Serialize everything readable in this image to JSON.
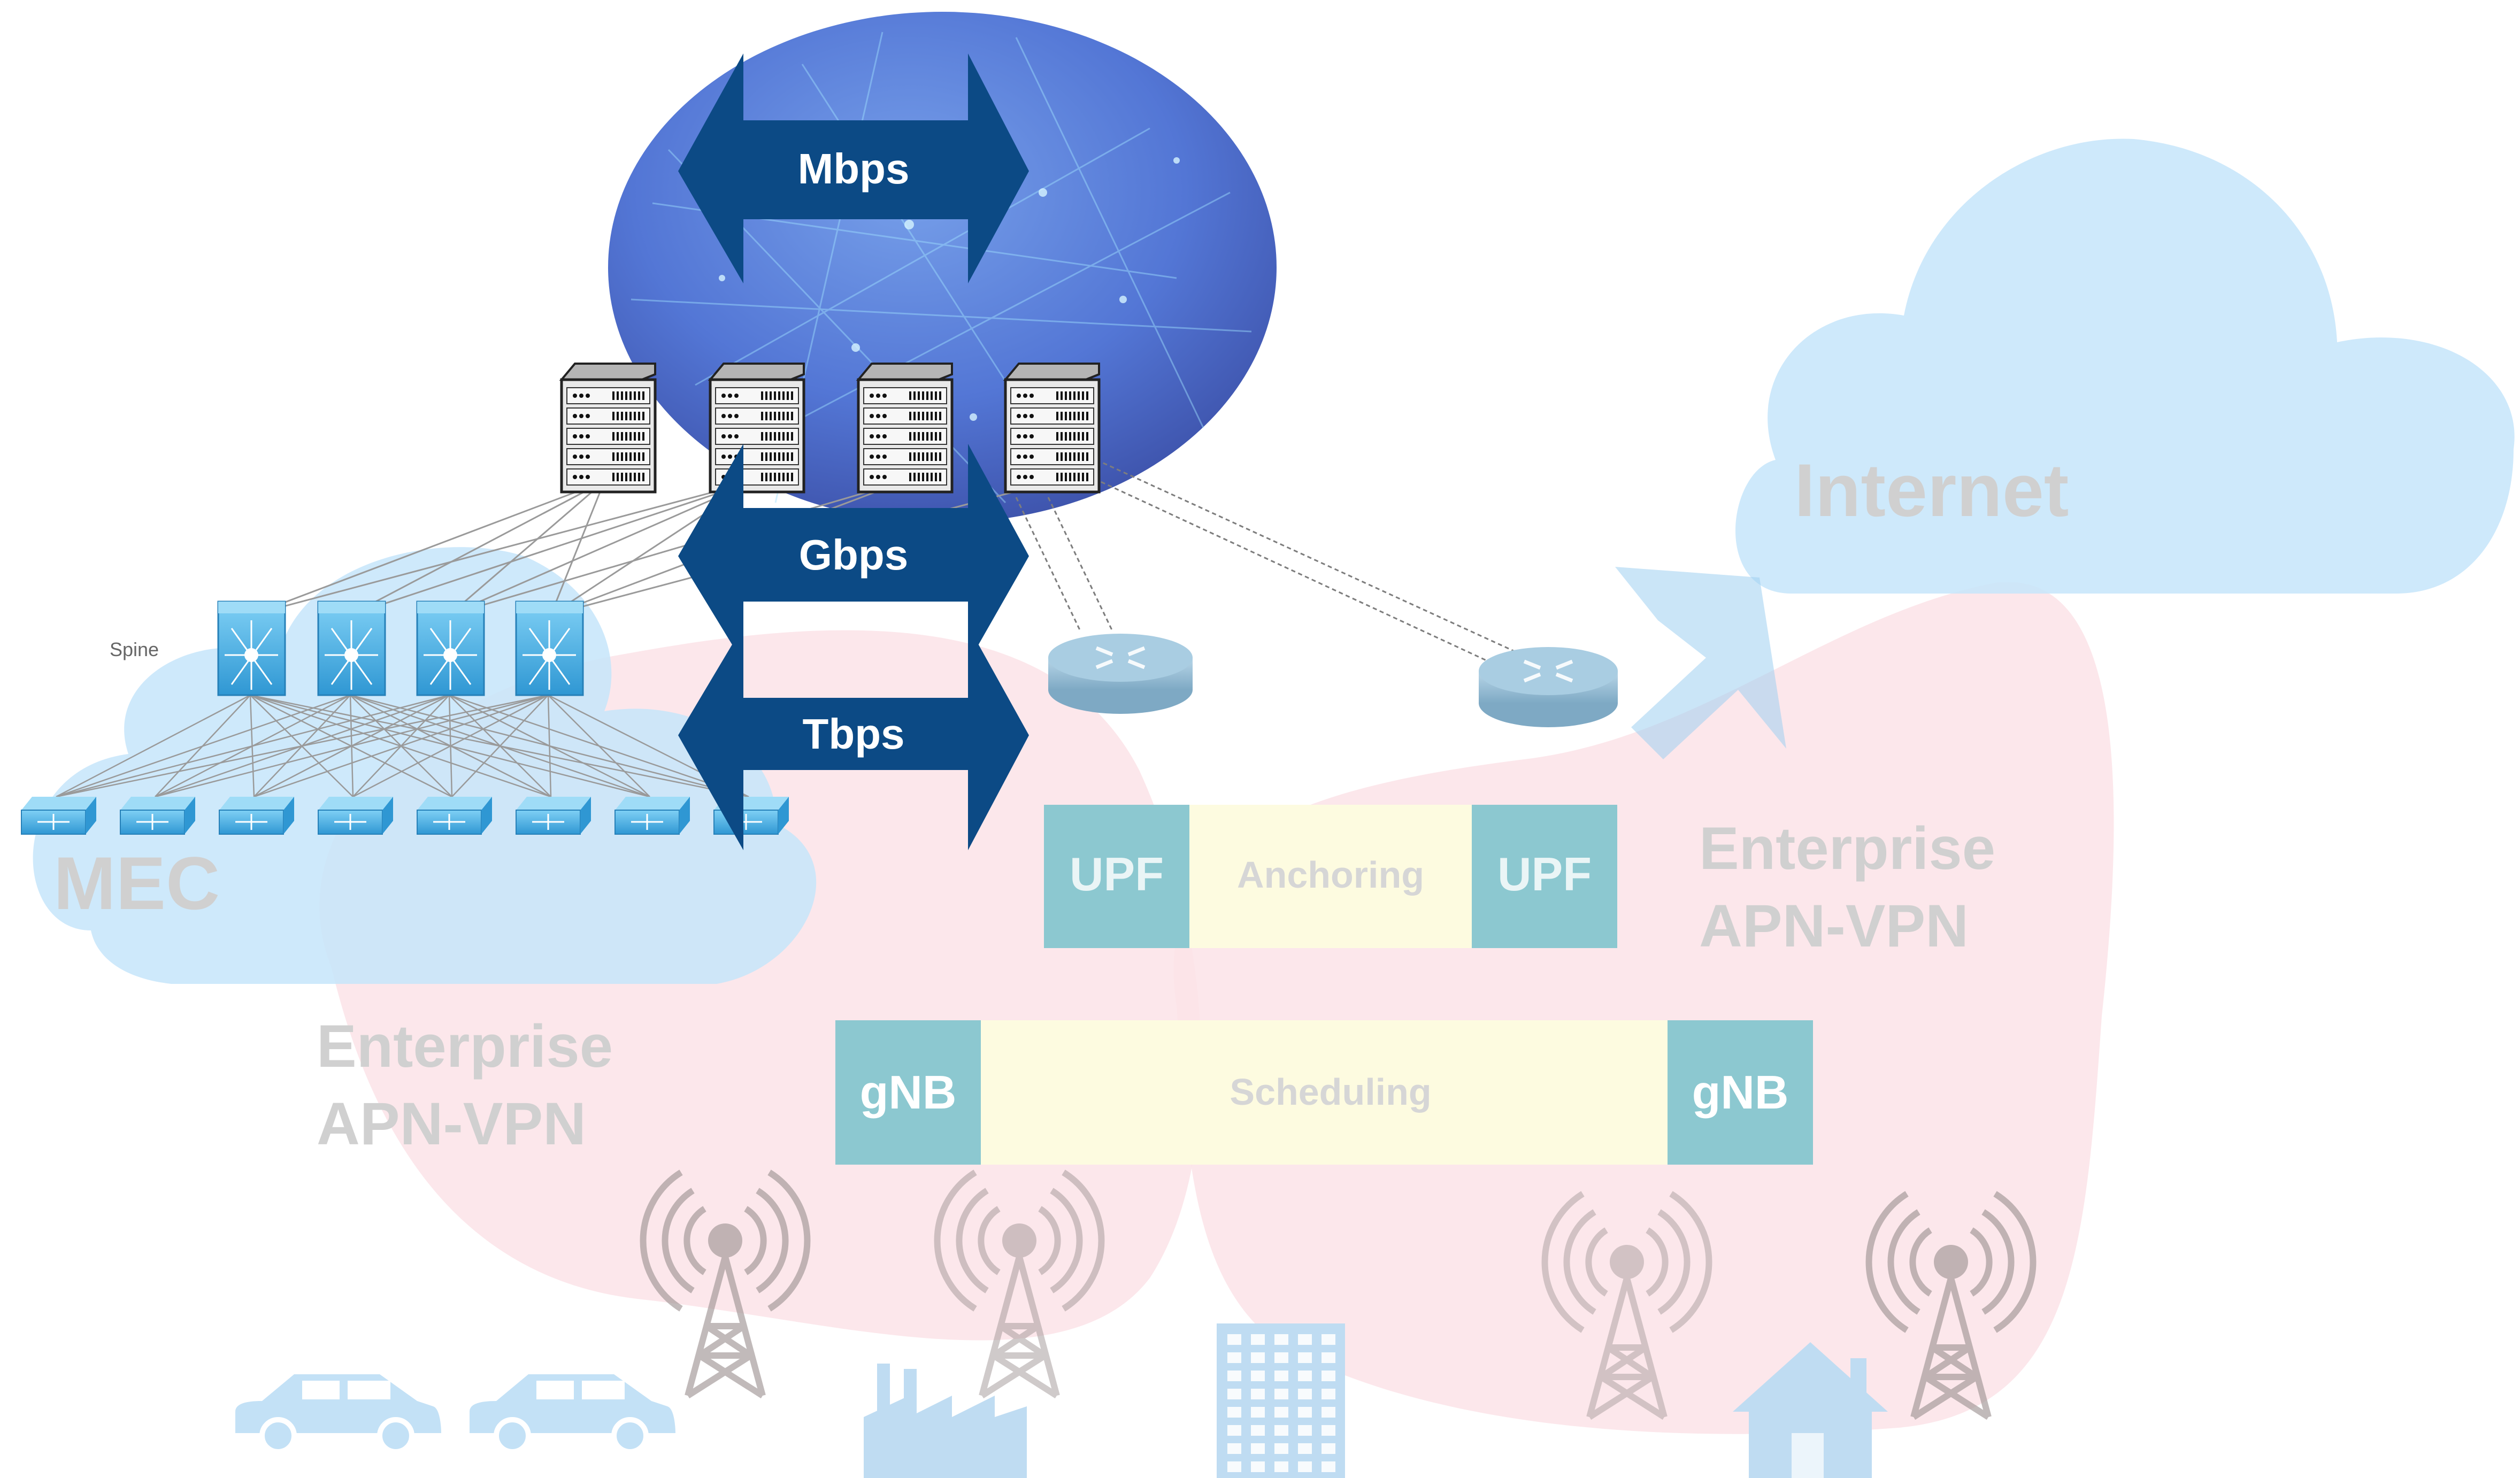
{
  "labels": {
    "mbps": "Mbps",
    "gbps": "Gbps",
    "tbps": "Tbps",
    "internet": "Internet",
    "mec": "MEC",
    "spine": "Spine",
    "enterprise_left_1": "Enterprise",
    "enterprise_left_2": "APN-VPN",
    "enterprise_right_1": "Enterprise",
    "enterprise_right_2": "APN-VPN",
    "upf_left": "UPF",
    "anchoring": "Anchoring",
    "upf_right": "UPF",
    "gnb_left": "gNB",
    "scheduling": "Scheduling",
    "gnb_right": "gNB"
  },
  "colors": {
    "arrow": "#0c4a85",
    "cloud_blue": "#c6e5fa",
    "enterprise_pink": "#fbe3e8",
    "teal_box": "#8cc8d0",
    "yellow_box": "#fdfbe0",
    "switch_blue": "#39a6dd",
    "router": "#8fb9d2",
    "faded_text": "#d0d0d0",
    "tower_gray": "#c4bfbf",
    "building_blue": "#bfdcf2",
    "globe": "#4a6fd3"
  },
  "icons": {
    "servers": "server-rack-icon",
    "spine_switches": "spine-switch-icon",
    "leaf_switches": "leaf-switch-icon",
    "routers": "router-icon",
    "towers": "cell-tower-icon",
    "cars": "car-icon",
    "factory": "factory-icon",
    "office": "office-building-icon",
    "house": "house-icon"
  }
}
